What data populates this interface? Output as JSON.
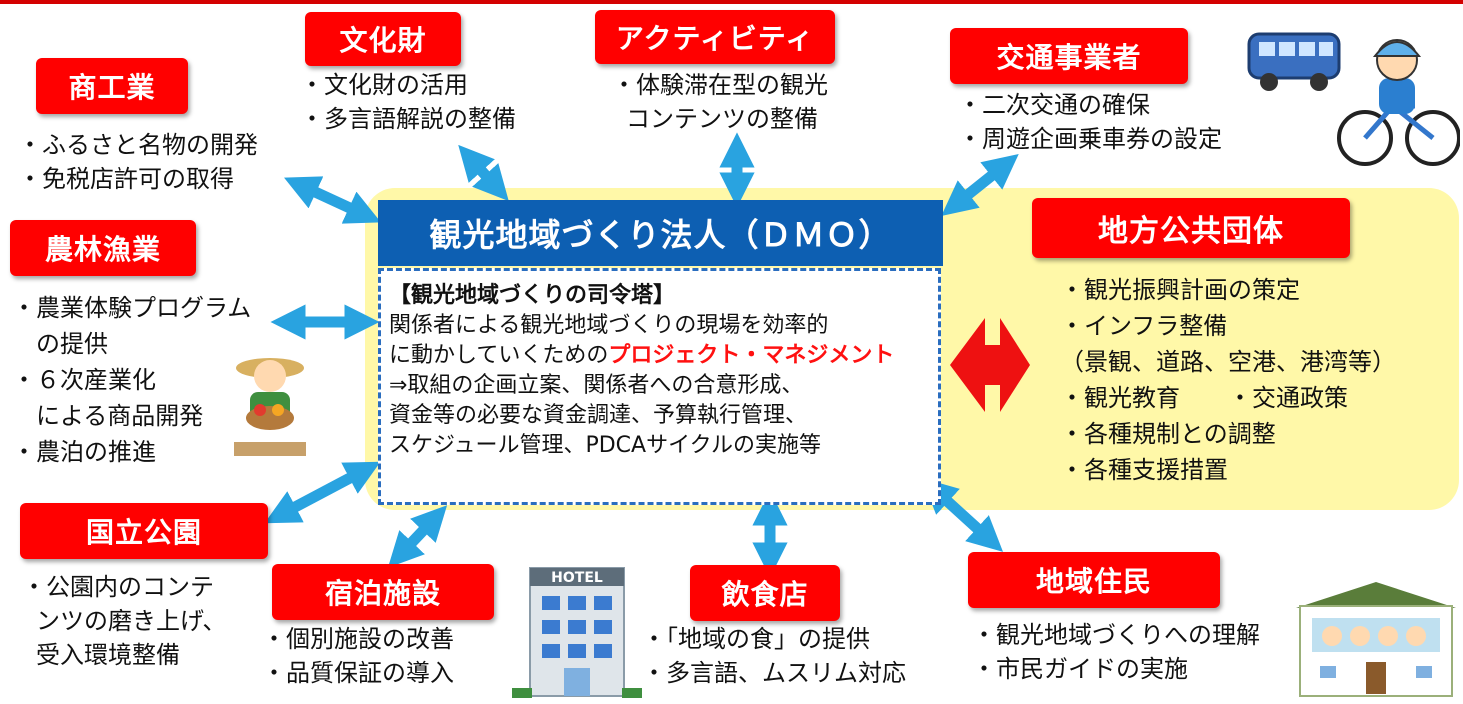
{
  "center": {
    "title": "観光地域づくり法人（ＤＭＯ）",
    "heading": "【観光地域づくりの司令塔】",
    "line1": "関係者による観光地域づくりの現場を効率的",
    "line2_prefix": "に動かしていくための",
    "line2_highlight": "プロジェクト・マネジメント",
    "line3": "⇒取組の企画立案、関係者への合意形成、",
    "line4": "資金等の必要な資金調達、予算執行管理、",
    "line5": "スケジュール管理、PDCAサイクルの実施等"
  },
  "stakeholders": {
    "commerce": {
      "label": "商工業",
      "items": [
        "・ふるさと名物の開発",
        "・免税店許可の取得"
      ]
    },
    "cultural": {
      "label": "文化財",
      "items": [
        "・文化財の活用",
        "・多言語解説の整備"
      ]
    },
    "activity": {
      "label": "アクティビティ",
      "items": [
        "・体験滞在型の観光",
        "コンテンツの整備"
      ]
    },
    "transport": {
      "label": "交通事業者",
      "items": [
        "・二次交通の確保",
        "・周遊企画乗車券の設定"
      ]
    },
    "agriculture": {
      "label": "農林漁業",
      "items": [
        "・農業体験プログラム",
        "の提供",
        "・６次産業化",
        "による商品開発",
        "・農泊の推進"
      ]
    },
    "local_gov": {
      "label": "地方公共団体",
      "items": [
        "・観光振興計画の策定",
        "・インフラ整備",
        "（景観、道路、空港、港湾等）",
        "・観光教育　　・交通政策",
        "・各種規制との調整",
        "・各種支援措置"
      ]
    },
    "park": {
      "label": "国立公園",
      "items": [
        "・公園内のコンテ",
        "ンツの磨き上げ、",
        "受入環境整備"
      ]
    },
    "lodging": {
      "label": "宿泊施設",
      "items": [
        "・個別施設の改善",
        "・品質保証の導入"
      ]
    },
    "restaurant": {
      "label": "飲食店",
      "items": [
        "・「地域の食」の提供",
        "・多言語、ムスリム対応"
      ]
    },
    "residents": {
      "label": "地域住民",
      "items": [
        "・観光地域づくりへの理解",
        "・市民ガイドの実施"
      ]
    }
  },
  "hotel_sign": "HOTEL",
  "colors": {
    "tag": "#ff0000",
    "arrow": "#29a3e0",
    "dmo": "#0d5fb2",
    "panel": "#fff8a8"
  },
  "icons": [
    "bus-icon",
    "cyclist-icon",
    "farmer-icon",
    "hotel-icon",
    "house-icon"
  ]
}
